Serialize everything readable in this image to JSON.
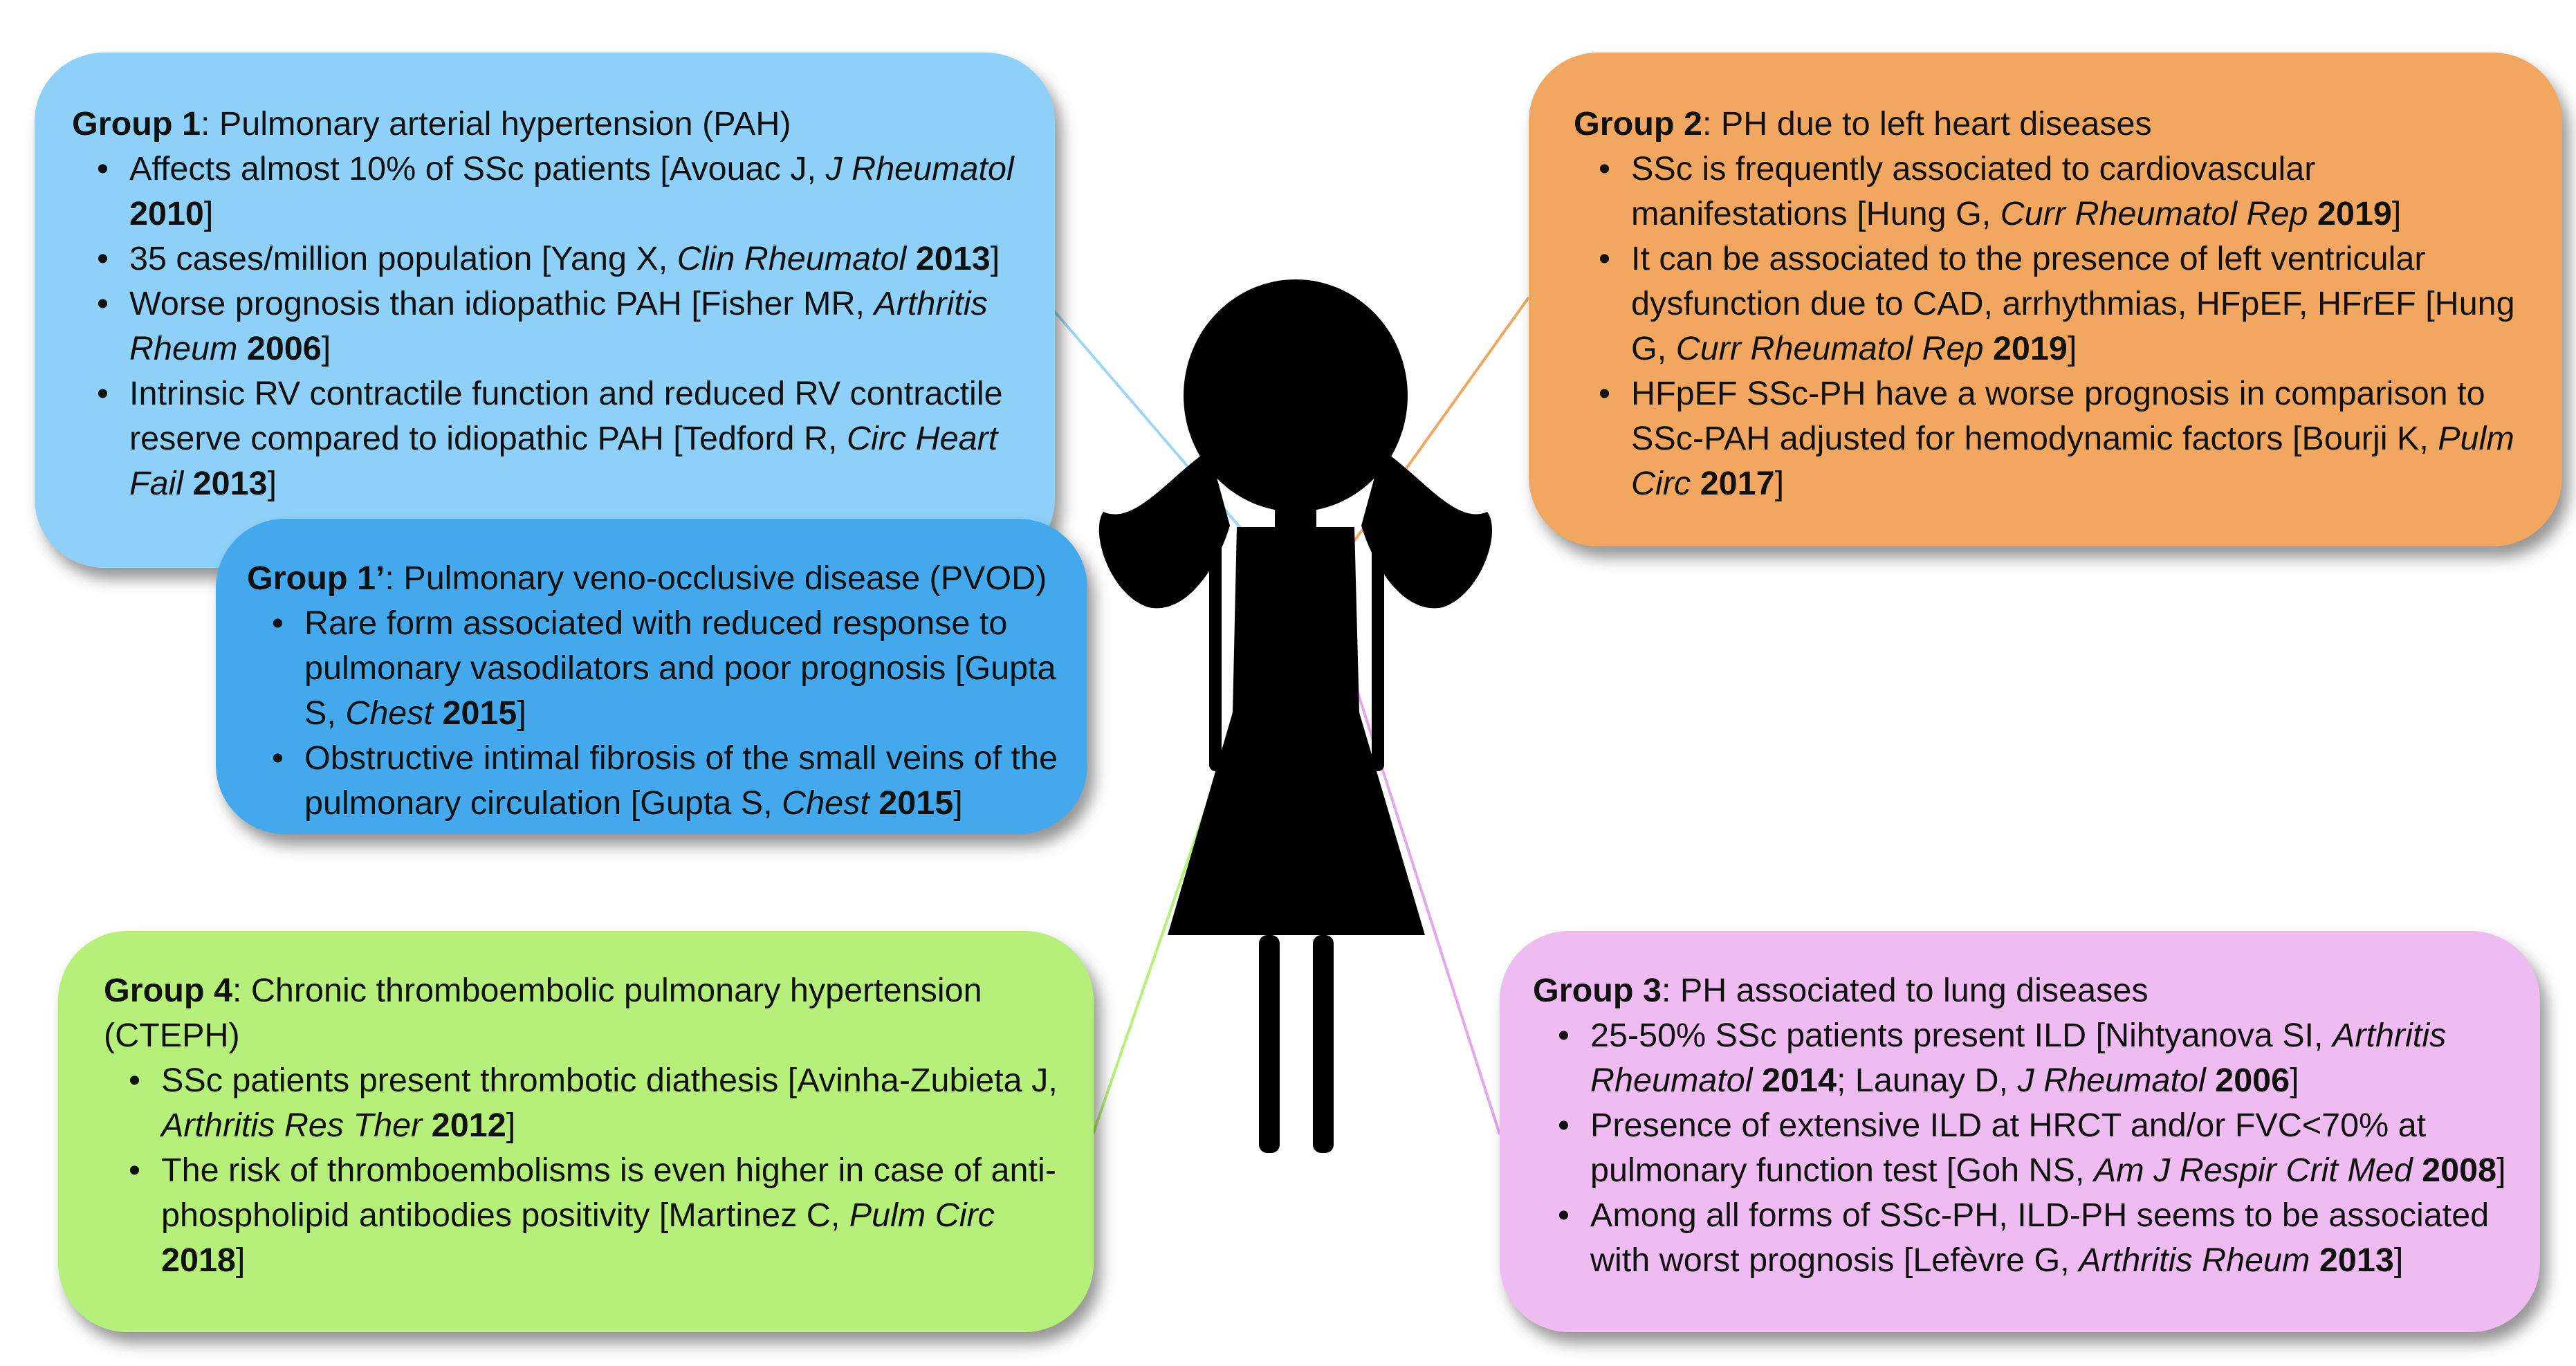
{
  "colors": {
    "group1": "#8fd0f8",
    "group1_prime": "#44a9ec",
    "group2": "#f2a760",
    "group3": "#eebcf0",
    "group4": "#b6f07a",
    "figure": "#000000",
    "connector_group1": "#9fd6f5",
    "connector_group2": "#f2a760",
    "connector_group3": "#e5a6ea",
    "connector_group4": "#b6f07a"
  },
  "icons": {
    "figure": "girl-silhouette-icon"
  },
  "group1": {
    "label": "Group 1",
    "title": ": Pulmonary arterial hypertension (PAH)",
    "items": [
      {
        "text": "Affects almost 10% of SSc patients [Avouac J, ",
        "journal": "J Rheumatol",
        "year": "2010",
        "end": "]"
      },
      {
        "text": "35 cases/million population [Yang X, ",
        "journal": "Clin Rheumatol",
        "year": "2013",
        "end": "]"
      },
      {
        "text": "Worse prognosis than idiopathic PAH [Fisher MR, ",
        "journal": "Arthritis Rheum",
        "year": "2006",
        "end": "]"
      },
      {
        "text": "Intrinsic RV contractile function and reduced RV contractile reserve compared to idiopathic PAH [Tedford R, ",
        "journal": "Circ Heart Fail",
        "year": "2013",
        "end": "]"
      }
    ]
  },
  "group1_prime": {
    "label": "Group 1’",
    "title": ": Pulmonary veno-occlusive disease (PVOD)",
    "items": [
      {
        "text": "Rare form associated with reduced response to pulmonary vasodilators and poor prognosis [Gupta S, ",
        "journal": "Chest",
        "year": "2015",
        "end": "]"
      },
      {
        "text": "Obstructive intimal fibrosis of the small veins of the pulmonary circulation [Gupta S, ",
        "journal": "Chest",
        "year": "2015",
        "end": "]"
      }
    ]
  },
  "group2": {
    "label": "Group 2",
    "title": ": PH due to left heart diseases",
    "items": [
      {
        "text": "SSc is frequently associated to cardiovascular manifestations [Hung G, ",
        "journal": "Curr Rheumatol Rep",
        "year": "2019",
        "end": "]"
      },
      {
        "text": "It can be associated to the presence of left ventricular dysfunction due to CAD, arrhythmias, HFpEF, HFrEF [Hung G, ",
        "journal": "Curr Rheumatol Rep",
        "year": "2019",
        "end": "]"
      },
      {
        "text": "HFpEF SSc-PH have a worse prognosis in comparison to SSc-PAH adjusted for hemodynamic factors [Bourji K, ",
        "journal": "Pulm Circ",
        "year": "2017",
        "end": "]"
      }
    ]
  },
  "group4": {
    "label": "Group 4",
    "title": ": Chronic thromboembolic pulmonary hypertension (CTEPH)",
    "items": [
      {
        "text": "SSc patients present thrombotic diathesis [Avinha-Zubieta J, ",
        "journal": "Arthritis Res Ther",
        "year": "2012",
        "end": "]"
      },
      {
        "text": "The risk of thromboembolisms is even higher in case of anti-phospholipid antibodies positivity [Martinez C, ",
        "journal": "Pulm Circ",
        "year": "2018",
        "end": "]"
      }
    ]
  },
  "group3": {
    "label": "Group 3",
    "title": ": PH associated to lung diseases",
    "items": [
      {
        "text": "25-50% SSc patients present ILD [Nihtyanova SI, ",
        "journal": "Arthritis Rheumatol",
        "year": "2014",
        "mid": "; Launay D, ",
        "journal2": "J Rheumatol",
        "year2": "2006",
        "end": "]"
      },
      {
        "text": "Presence of extensive ILD at HRCT and/or FVC<70% at pulmonary function test [Goh NS, ",
        "journal": "Am J Respir Crit Med",
        "year": "2008",
        "end": "]"
      },
      {
        "text": "Among  all forms of SSc-PH, ILD-PH seems to be associated with worst prognosis [Lefèvre G, ",
        "journal": "Arthritis Rheum",
        "year": "2013",
        "end": "]"
      }
    ]
  }
}
